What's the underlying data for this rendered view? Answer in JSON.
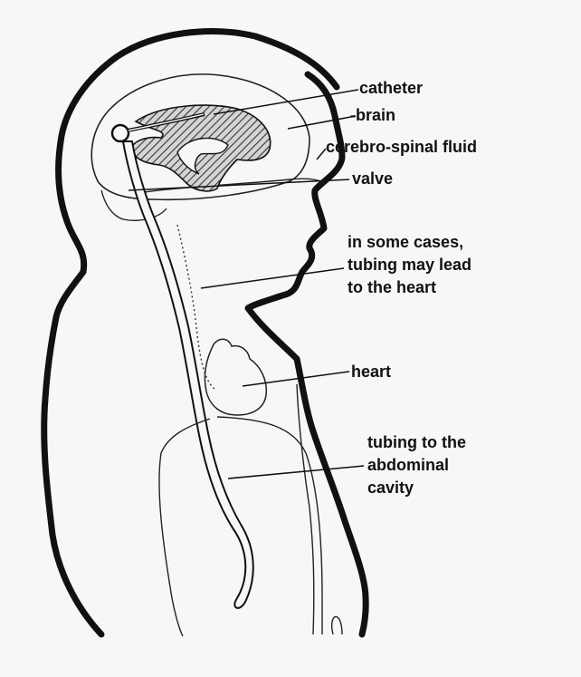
{
  "labels": {
    "catheter": "catheter",
    "brain": "-brain",
    "csf": "cerebro-spinal fluid",
    "valve": "valve",
    "heart_note": [
      "in some cases,",
      "tubing may lead",
      "to the heart"
    ],
    "heart": "heart",
    "abdominal": [
      "tubing to the",
      "abdominal",
      "cavity"
    ]
  },
  "colors": {
    "ink": "#111111",
    "paper": "#f7f7f5"
  }
}
